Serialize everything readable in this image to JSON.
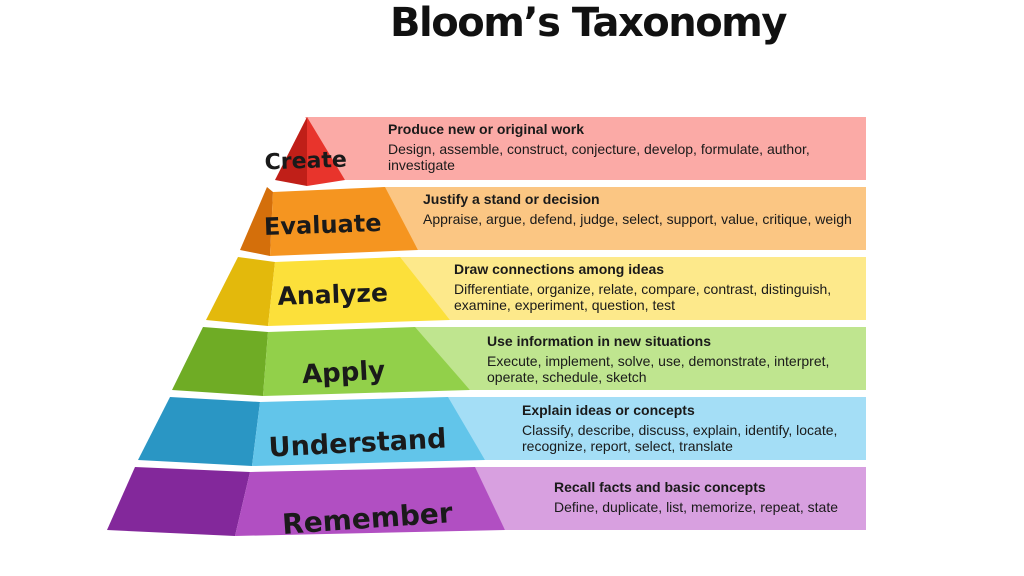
{
  "title": "Bloom’s Taxonomy",
  "levels": [
    {
      "name": "Create",
      "heading": "Produce new or original work",
      "verbs": "Design, assemble, construct, conjecture, develop, formulate, author, investigate",
      "colors": {
        "band": "#fbaaa6",
        "front": "#e8342c",
        "side": "#c01f18"
      }
    },
    {
      "name": "Evaluate",
      "heading": "Justify a stand or decision",
      "verbs": "Appraise, argue, defend, judge, select, support,  value, critique,  weigh",
      "colors": {
        "band": "#fbc683",
        "front": "#f59520",
        "side": "#d46f0b"
      }
    },
    {
      "name": "Analyze",
      "heading": "Draw connections among ideas",
      "verbs": "Differentiate, organize, relate, compare, contrast, distinguish, examine, experiment, question, test",
      "colors": {
        "band": "#fde98b",
        "front": "#fce03a",
        "side": "#e3b90c"
      }
    },
    {
      "name": "Apply",
      "heading": "Use information in new situations",
      "verbs": "Execute, implement, solve, use, demonstrate, interpret, operate, schedule, sketch",
      "colors": {
        "band": "#bfe58f",
        "front": "#92d04a",
        "side": "#6fac25"
      }
    },
    {
      "name": "Understand",
      "heading": "Explain ideas or concepts",
      "verbs": "Classify, describe, discuss, explain, identify, locate, recognize, report, select, translate",
      "colors": {
        "band": "#a4def6",
        "front": "#62c5ea",
        "side": "#2a96c4"
      }
    },
    {
      "name": "Remember",
      "heading": "Recall facts and basic concepts",
      "verbs": "Define, duplicate, list, memorize, repeat, state",
      "colors": {
        "band": "#d8a0e0",
        "front": "#b14fc2",
        "side": "#83289b"
      }
    }
  ]
}
